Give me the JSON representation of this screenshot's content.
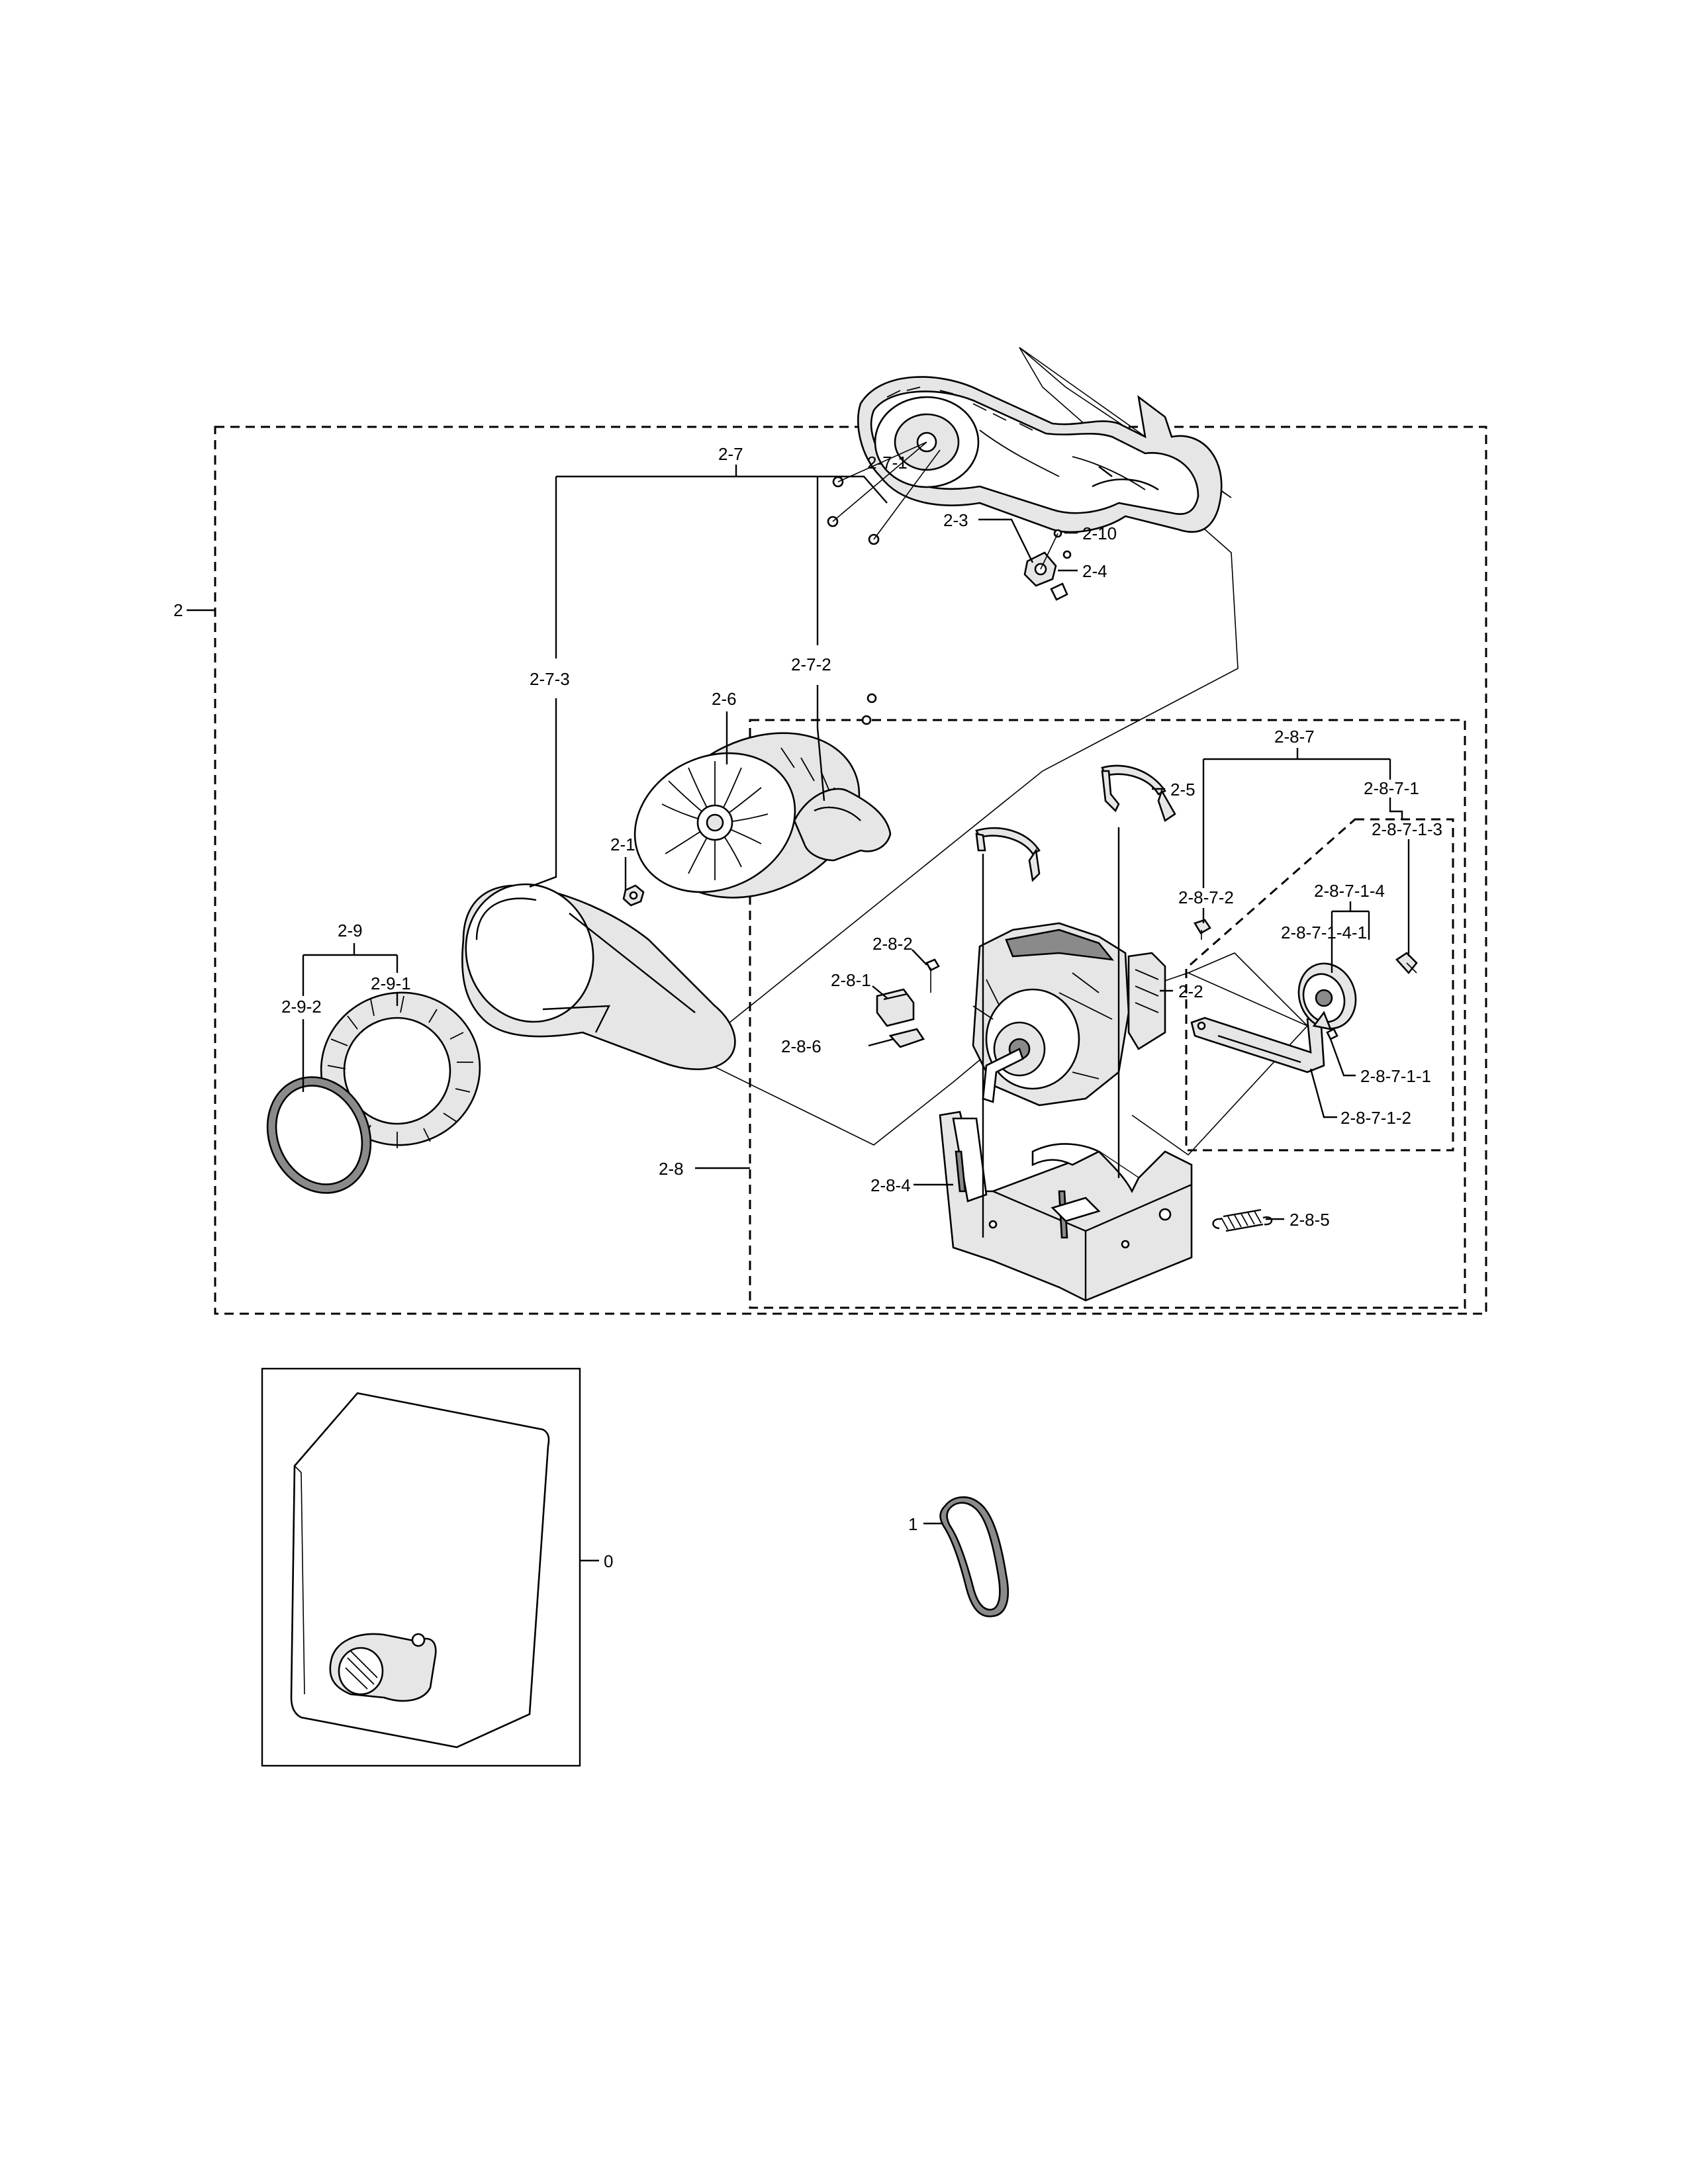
{
  "labels": {
    "l2": "2",
    "l2_1": "2-1",
    "l2_2": "2-2",
    "l2_3": "2-3",
    "l2_4": "2-4",
    "l2_5": "2-5",
    "l2_6": "2-6",
    "l2_7": "2-7",
    "l2_7_1": "2-7-1",
    "l2_7_2": "2-7-2",
    "l2_7_3": "2-7-3",
    "l2_8": "2-8",
    "l2_8_1": "2-8-1",
    "l2_8_2": "2-8-2",
    "l2_8_4": "2-8-4",
    "l2_8_5": "2-8-5",
    "l2_8_6": "2-8-6",
    "l2_8_7": "2-8-7",
    "l2_8_7_1": "2-8-7-1",
    "l2_8_7_1_1": "2-8-7-1-1",
    "l2_8_7_1_2": "2-8-7-1-2",
    "l2_8_7_1_3": "2-8-7-1-3",
    "l2_8_7_1_4": "2-8-7-1-4",
    "l2_8_7_1_4_1": "2-8-7-1-4-1",
    "l2_8_7_2": "2-8-7-2",
    "l2_9": "2-9",
    "l2_9_1": "2-9-1",
    "l2_9_2": "2-9-2",
    "l2_10": "2-10",
    "l0": "0",
    "l1": "1"
  }
}
